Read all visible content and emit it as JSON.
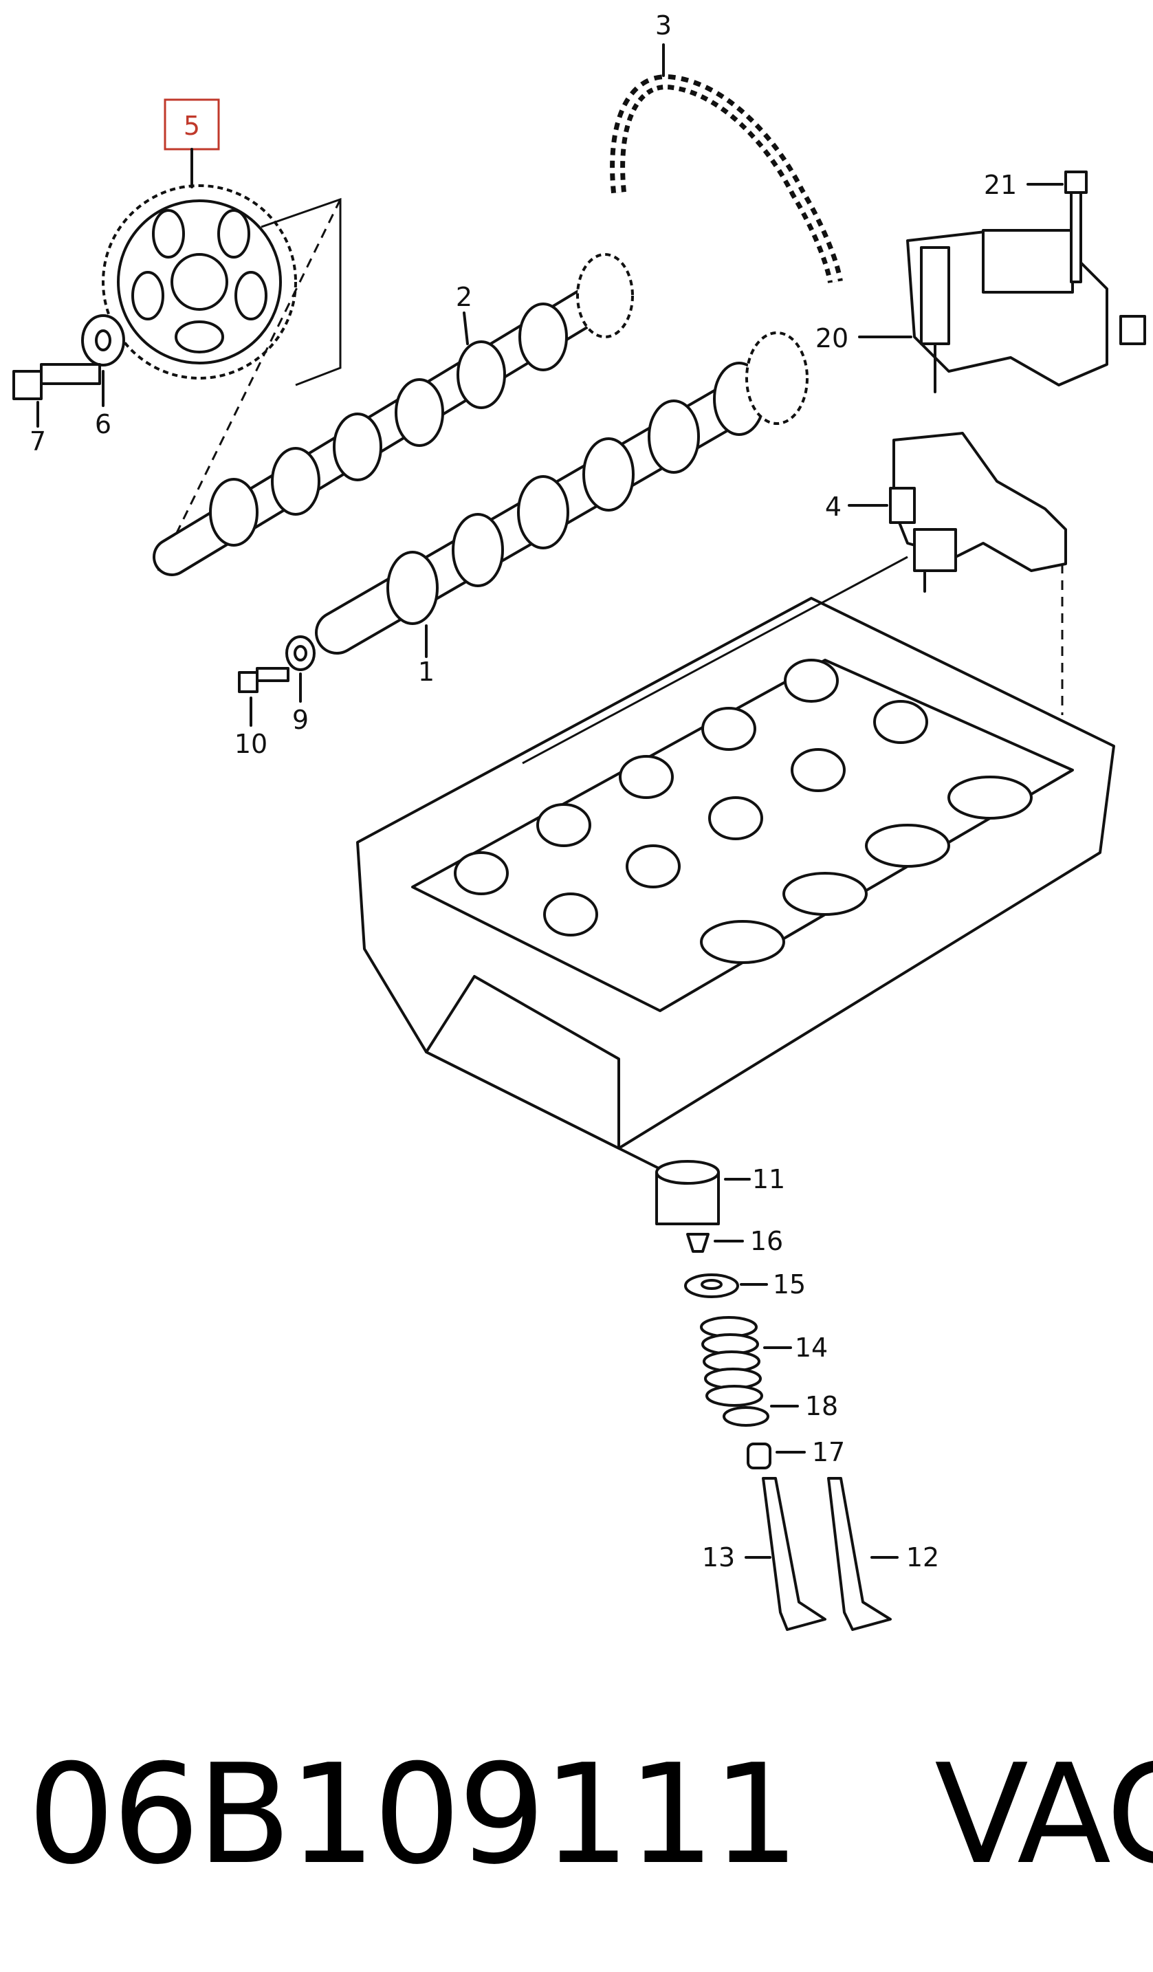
{
  "callouts": {
    "c1": "1",
    "c2": "2",
    "c3": "3",
    "c4": "4",
    "c5": "5",
    "c6": "6",
    "c7": "7",
    "c9": "9",
    "c10": "10",
    "c11": "11",
    "c12": "12",
    "c13": "13",
    "c14": "14",
    "c15": "15",
    "c16": "16",
    "c17": "17",
    "c18": "18",
    "c20": "20",
    "c21": "21"
  },
  "highlight_color": "#c0392b",
  "caption": {
    "part_number": "06B109111",
    "brand": "VAG"
  }
}
